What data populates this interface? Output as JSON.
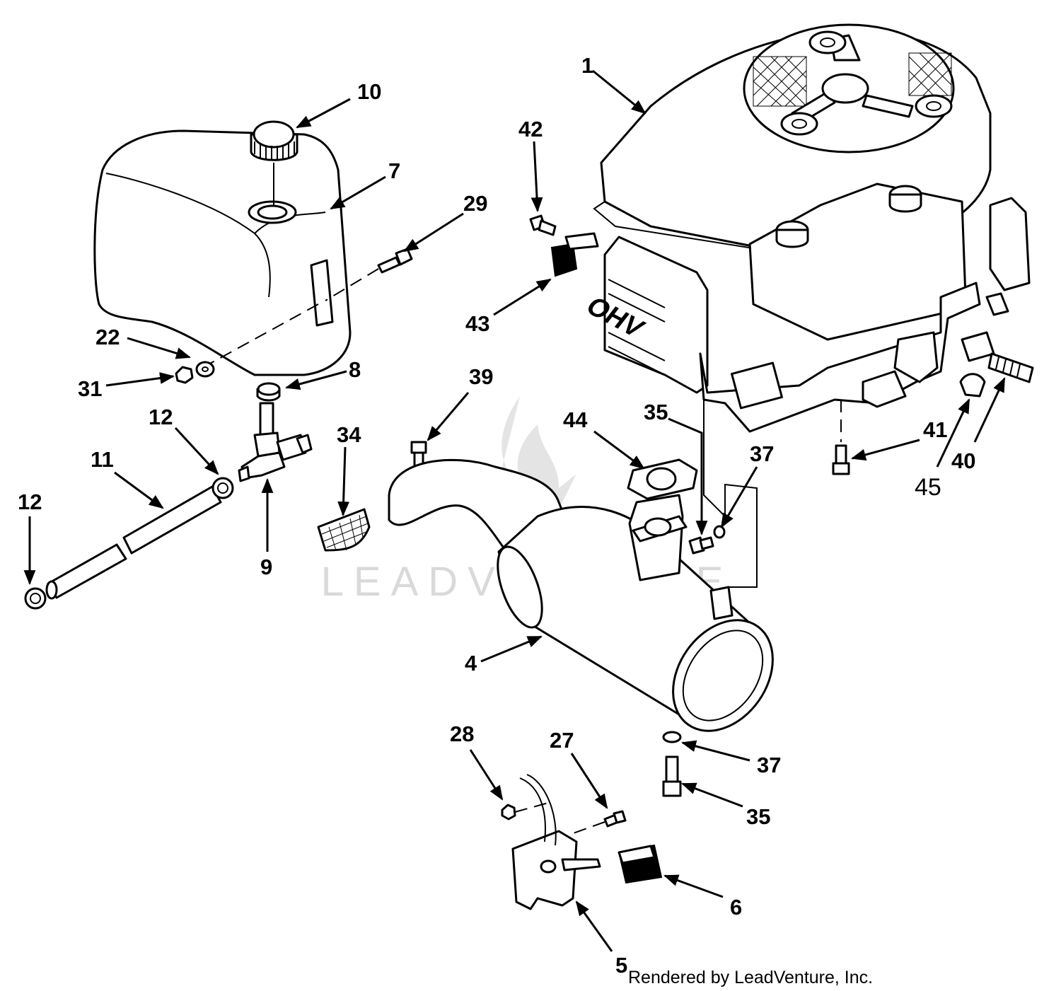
{
  "callouts": {
    "c1": "1",
    "c4": "4",
    "c5": "5",
    "c6": "6",
    "c7": "7",
    "c8": "8",
    "c9": "9",
    "c10": "10",
    "c11": "11",
    "c12a": "12",
    "c12b": "12",
    "c22": "22",
    "c27": "27",
    "c28": "28",
    "c29": "29",
    "c31": "31",
    "c34": "34",
    "c35a": "35",
    "c35b": "35",
    "c37a": "37",
    "c37b": "37",
    "c39": "39",
    "c40": "40",
    "c41": "41",
    "c42": "42",
    "c43": "43",
    "c44": "44",
    "c45": "45"
  },
  "engine_label": "OHV",
  "watermark": "LEADVENTURE",
  "footer": "Rendered by LeadVenture, Inc."
}
